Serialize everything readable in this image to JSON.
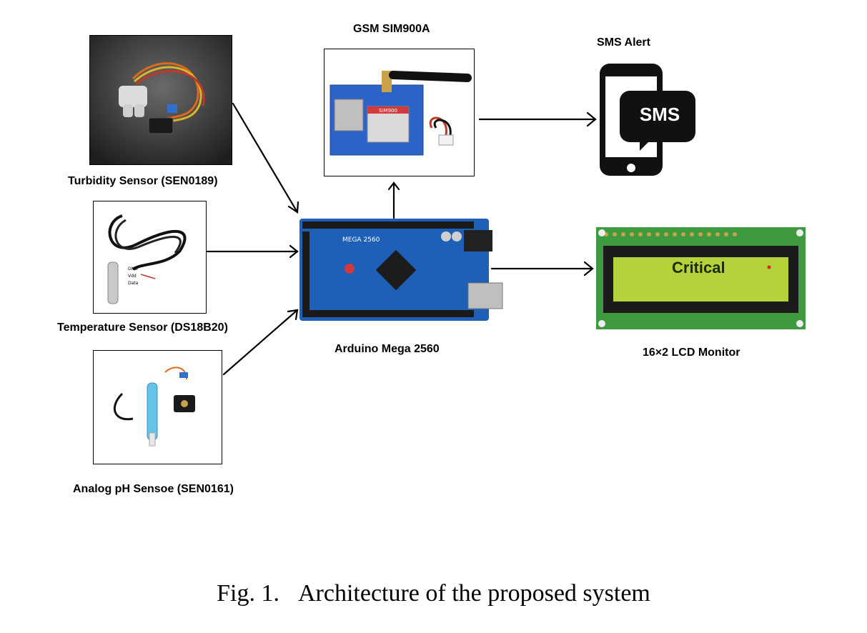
{
  "labels": {
    "gsm": "GSM SIM900A",
    "sms_alert": "SMS Alert",
    "turbidity": "Turbidity Sensor (SEN0189)",
    "temperature": "Temperature Sensor (DS18B20)",
    "ph": "Analog pH Sensoe (SEN0161)",
    "arduino": "Arduino Mega 2560",
    "lcd": "16×2 LCD Monitor"
  },
  "images": {
    "phone_text": "SMS",
    "lcd_text": "Critical",
    "arduino_board_text": "MEGA 2560",
    "sim_module_text": "SIM900",
    "sensor_wire_labels": [
      "GND",
      "Vdd",
      "Data"
    ]
  },
  "caption": {
    "number": "Fig. 1.",
    "text": "Architecture of the proposed system"
  }
}
